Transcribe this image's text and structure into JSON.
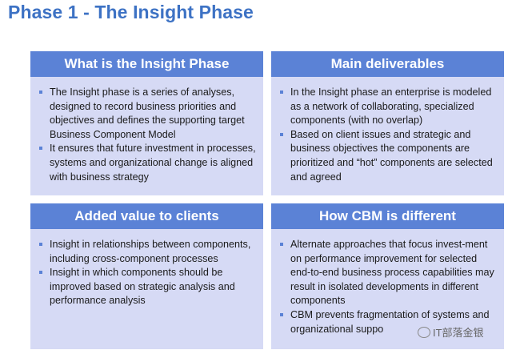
{
  "title": "Phase 1 - The Insight Phase",
  "colors": {
    "title": "#3d72c4",
    "header_bg": "#5b82d6",
    "panel_bg": "#d6daf5"
  },
  "panels": [
    {
      "heading": "What is the Insight Phase",
      "bullets": [
        "The Insight phase is a series of analyses, designed to record business priorities and objectives and defines the supporting target Business Component Model",
        "It ensures that future investment in processes, systems and organizational change is aligned with business strategy"
      ]
    },
    {
      "heading": "Main deliverables",
      "bullets": [
        "In the Insight phase an enterprise is modeled as a network of collaborating, specialized components (with no overlap)",
        "Based on client issues and strategic and business objectives the components are prioritized and “hot” components are selected and agreed"
      ]
    },
    {
      "heading": "Added value to clients",
      "bullets": [
        "Insight in relationships between components, including cross-component processes",
        "Insight in which components should be improved based on strategic analysis and performance analysis"
      ]
    },
    {
      "heading": "How CBM is different",
      "bullets": [
        "Alternate approaches that focus invest-ment on performance improvement for selected end-to-end business process capabilities may result in isolated developments in different components",
        "CBM prevents fragmentation of systems and organizational suppo"
      ]
    }
  ],
  "watermark": {
    "icon": "wechat-icon",
    "text": "IT部落金银"
  }
}
